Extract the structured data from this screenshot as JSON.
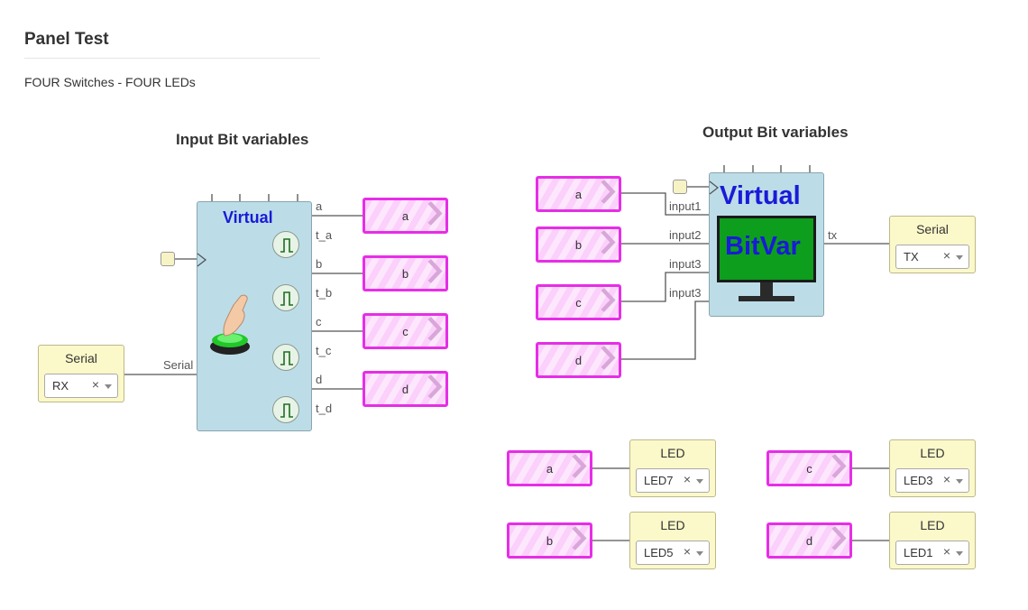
{
  "page": {
    "title": "Panel Test",
    "subtitle": "FOUR Switches - FOUR LEDs"
  },
  "input_section": {
    "title": "Input Bit variables",
    "block_title": "Virtual",
    "serial_port_label": "Serial",
    "outputs": [
      "a",
      "t_a",
      "b",
      "t_b",
      "c",
      "t_c",
      "d",
      "t_d"
    ],
    "bit_nodes": [
      "a",
      "b",
      "c",
      "d"
    ],
    "serial_box": {
      "title": "Serial",
      "value": "RX",
      "clear": "×"
    }
  },
  "output_section": {
    "title": "Output Bit variables",
    "block_title_1": "Virtual",
    "block_title_2": "BitVar",
    "inputs": [
      "input1",
      "input2",
      "input3",
      "input3"
    ],
    "tx_label": "tx",
    "bit_nodes": [
      "a",
      "b",
      "c",
      "d"
    ],
    "serial_box": {
      "title": "Serial",
      "value": "TX",
      "clear": "×"
    }
  },
  "led_section": {
    "items": [
      {
        "node": "a",
        "title": "LED",
        "value": "LED7",
        "clear": "×"
      },
      {
        "node": "c",
        "title": "LED",
        "value": "LED3",
        "clear": "×"
      },
      {
        "node": "b",
        "title": "LED",
        "value": "LED5",
        "clear": "×"
      },
      {
        "node": "d",
        "title": "LED",
        "value": "LED1",
        "clear": "×"
      }
    ]
  },
  "colors": {
    "block_bg": "#bcdde8",
    "block_title": "#1a1ad8",
    "node_border": "#e62ee6",
    "yellow_box": "#fbf8c9",
    "monitor_screen": "#0d9e1e"
  }
}
